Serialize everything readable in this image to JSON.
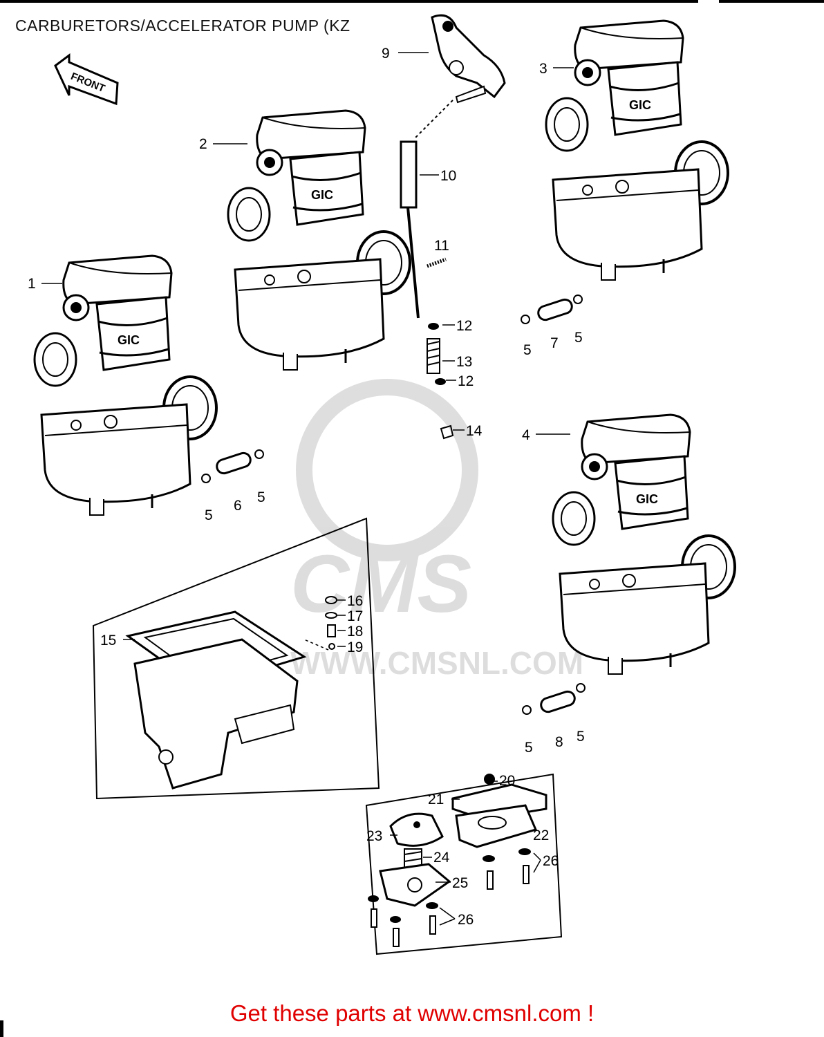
{
  "header": {
    "title": "CARBURETORS/ACCELERATOR PUMP (KZ"
  },
  "orientation": {
    "front_label": "FRONT"
  },
  "watermark": {
    "brand": "CMS",
    "url": "WWW.CMSNL.COM"
  },
  "callouts": {
    "c1": "1",
    "c2": "2",
    "c3": "3",
    "c4": "4",
    "c5a": "5",
    "c5b": "5",
    "c5c": "5",
    "c5d": "5",
    "c5e": "5",
    "c5f": "5",
    "c6": "6",
    "c7": "7",
    "c8": "8",
    "c9": "9",
    "c10": "10",
    "c11": "11",
    "c12a": "12",
    "c12b": "12",
    "c13": "13",
    "c14": "14",
    "c15": "15",
    "c16": "16",
    "c17": "17",
    "c18": "18",
    "c19": "19",
    "c20": "20",
    "c21": "21",
    "c22": "22",
    "c23": "23",
    "c24": "24",
    "c25": "25",
    "c26a": "26",
    "c26b": "26"
  },
  "footer": {
    "text": "Get these parts at www.cmsnl.com !",
    "color": "#e00000"
  }
}
